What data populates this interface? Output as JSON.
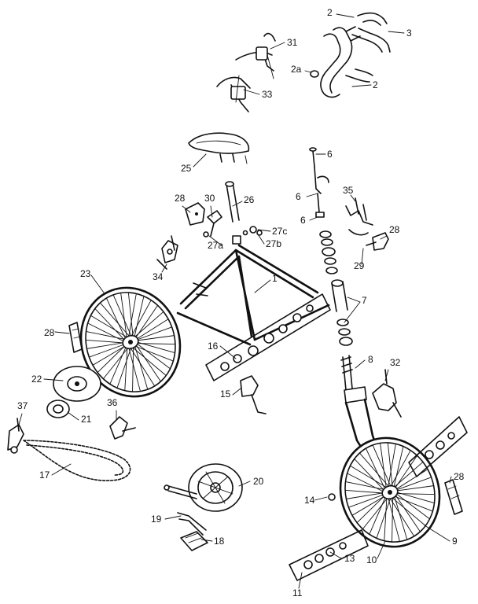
{
  "callouts": [
    {
      "id": "c2a",
      "text": "2"
    },
    {
      "id": "c2b",
      "text": "2"
    },
    {
      "id": "c2c",
      "text": "2a"
    },
    {
      "id": "c3",
      "text": "3"
    },
    {
      "id": "c31",
      "text": "31"
    },
    {
      "id": "c33",
      "text": "33"
    },
    {
      "id": "c25",
      "text": "25"
    },
    {
      "id": "c6a",
      "text": "6"
    },
    {
      "id": "c6b",
      "text": "6"
    },
    {
      "id": "c6c",
      "text": "6"
    },
    {
      "id": "c35",
      "text": "35"
    },
    {
      "id": "c28a",
      "text": "28"
    },
    {
      "id": "c30",
      "text": "30"
    },
    {
      "id": "c26",
      "text": "26"
    },
    {
      "id": "c27c",
      "text": "27c"
    },
    {
      "id": "c27b",
      "text": "27b"
    },
    {
      "id": "c27a",
      "text": "27a"
    },
    {
      "id": "c28b",
      "text": "28"
    },
    {
      "id": "c29",
      "text": "29"
    },
    {
      "id": "c34",
      "text": "34"
    },
    {
      "id": "c23",
      "text": "23"
    },
    {
      "id": "c1",
      "text": "1"
    },
    {
      "id": "c7",
      "text": "7"
    },
    {
      "id": "c28c",
      "text": "28"
    },
    {
      "id": "c16",
      "text": "16"
    },
    {
      "id": "c8",
      "text": "8"
    },
    {
      "id": "c32",
      "text": "32"
    },
    {
      "id": "c22",
      "text": "22"
    },
    {
      "id": "c15",
      "text": "15"
    },
    {
      "id": "c21",
      "text": "21"
    },
    {
      "id": "c36",
      "text": "36"
    },
    {
      "id": "c37",
      "text": "37"
    },
    {
      "id": "c17",
      "text": "17"
    },
    {
      "id": "c28d",
      "text": "28"
    },
    {
      "id": "c20",
      "text": "20"
    },
    {
      "id": "c14",
      "text": "14"
    },
    {
      "id": "c19",
      "text": "19"
    },
    {
      "id": "c9",
      "text": "9"
    },
    {
      "id": "c18",
      "text": "18"
    },
    {
      "id": "c13",
      "text": "13"
    },
    {
      "id": "c10",
      "text": "10"
    },
    {
      "id": "c11",
      "text": "11"
    }
  ]
}
